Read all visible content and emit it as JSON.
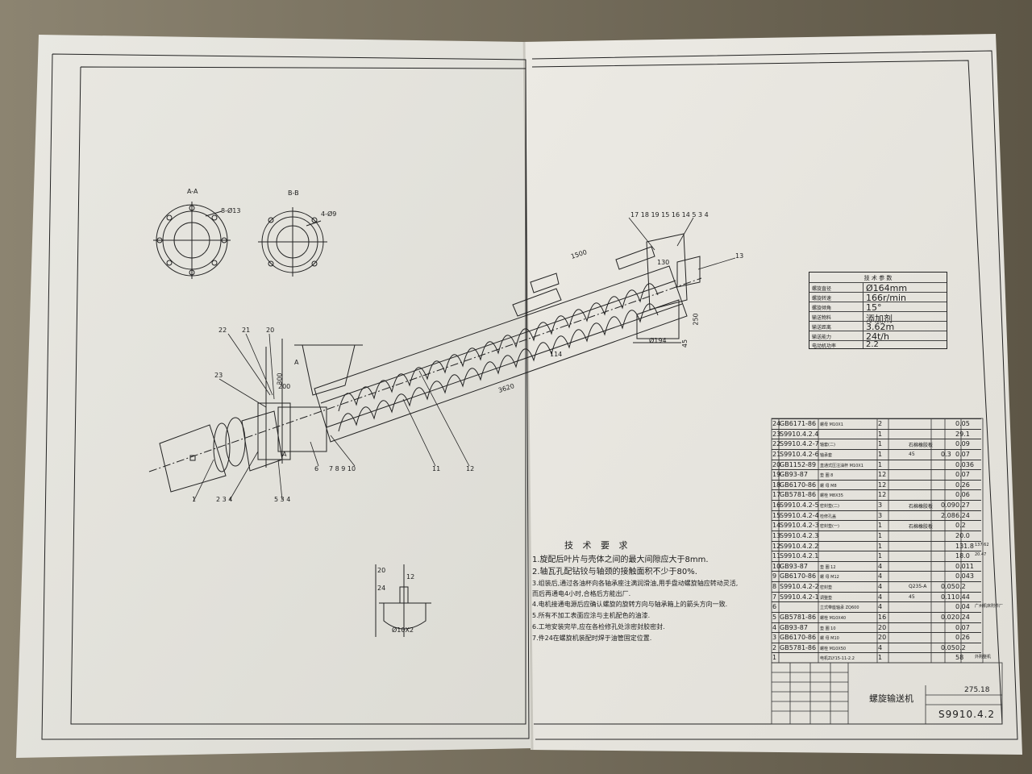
{
  "drawing": {
    "section_aa": "A-A",
    "section_bb": "B-B",
    "hole_label_a": "8-Ø13",
    "hole_label_b": "4-Ø9",
    "callouts_top": "17 18 19    15 16    14 5 3 4",
    "callout_13": "13",
    "callouts_left": [
      "22",
      "21",
      "20",
      "23"
    ],
    "callouts_bottom": [
      "1",
      "2  3  4",
      "5  3  4",
      "6",
      "7  8  9  10",
      "11",
      "12"
    ],
    "dims": {
      "d1500": "1500",
      "d130": "130",
      "d250": "250",
      "d194": "Ø194",
      "d45": "45",
      "d114": "114",
      "d3620": "3620",
      "d300": "300",
      "d200": "200"
    },
    "detail_labels": [
      "20",
      "12",
      "24",
      "Ø10X2"
    ],
    "section_marks": [
      "A",
      "A"
    ]
  },
  "tech_params": {
    "title": "技 术 参 数",
    "rows": [
      {
        "k": "螺旋直径",
        "v": "Ø164mm"
      },
      {
        "k": "螺旋转速",
        "v": "166r/min"
      },
      {
        "k": "螺旋倾角",
        "v": "15°"
      },
      {
        "k": "输送物料",
        "v": "添加剂"
      },
      {
        "k": "输送距离",
        "v": "3.62m"
      },
      {
        "k": "输送能力",
        "v": "24t/h"
      },
      {
        "k": "电动机功率",
        "v": "2.2"
      }
    ]
  },
  "tech_requirements": {
    "title": "技 术 要 求",
    "items": [
      "1.旋配后叶片与壳体之间的最大间隙应大于8mm.",
      "2.轴瓦孔配钻铰与轴颈的接触面积不少于80%.",
      "3.组装后,通过各油杯向各轴承座注满润滑油,用手盘动螺旋轴应转动灵活,",
      "   而后再通电4小时,合格后方能出厂.",
      "4.电机接通电源后应确认螺旋的旋转方向与轴承箱上的箭头方向一致.",
      "5.所有不加工表面应涂与主机配色的油漆.",
      "6.工地安装完毕,应在各检修孔处涂密封胶密封.",
      "7.件24在螺旋机装配时焊于油管固定位置."
    ]
  },
  "bom": [
    {
      "no": "24",
      "code": "GB6171-86",
      "name": "螺母 M10X1",
      "qty": "2",
      "mat": "",
      "unit": "",
      "total": "0.05",
      "note": ""
    },
    {
      "no": "23",
      "code": "S9910.4.2.4",
      "name": "",
      "qty": "1",
      "mat": "",
      "unit": "",
      "total": "29.1",
      "note": ""
    },
    {
      "no": "22",
      "code": "S9910.4.2-7",
      "name": "轴套(二)",
      "qty": "1",
      "mat": "石棉橡胶板",
      "unit": "",
      "total": "0.09",
      "note": ""
    },
    {
      "no": "21",
      "code": "S9910.4.2-6",
      "name": "轴承套",
      "qty": "1",
      "mat": "45",
      "unit": "0.3",
      "total": "0.07",
      "note": ""
    },
    {
      "no": "20",
      "code": "GB1152-89",
      "name": "直通式压注油杯 M10X1",
      "qty": "1",
      "mat": "",
      "unit": "",
      "total": "0.036",
      "note": ""
    },
    {
      "no": "19",
      "code": "GB93-87",
      "name": "垫 圈 8",
      "qty": "12",
      "mat": "",
      "unit": "",
      "total": "0.07",
      "note": ""
    },
    {
      "no": "18",
      "code": "GB6170-86",
      "name": "螺 母 M8",
      "qty": "12",
      "mat": "",
      "unit": "",
      "total": "0.26",
      "note": ""
    },
    {
      "no": "17",
      "code": "GB5781-86",
      "name": "螺栓 M8X35",
      "qty": "12",
      "mat": "",
      "unit": "",
      "total": "0.06",
      "note": ""
    },
    {
      "no": "16",
      "code": "S9910.4.2-5",
      "name": "密封垫(二)",
      "qty": "3",
      "mat": "石棉橡胶板",
      "unit": "0.09",
      "total": "0.27",
      "note": ""
    },
    {
      "no": "15",
      "code": "S9910.4.2-4",
      "name": "检修孔盖",
      "qty": "3",
      "mat": "",
      "unit": "2.08",
      "total": "6.24",
      "note": ""
    },
    {
      "no": "14",
      "code": "S9910.4.2-3",
      "name": "密封垫(一)",
      "qty": "1",
      "mat": "石棉橡胶板",
      "unit": "",
      "total": "0.2",
      "note": ""
    },
    {
      "no": "13",
      "code": "S9910.4.2.3",
      "name": "",
      "qty": "1",
      "mat": "",
      "unit": "",
      "total": "20.0",
      "note": ""
    },
    {
      "no": "12",
      "code": "S9910.4.2.2",
      "name": "",
      "qty": "1",
      "mat": "",
      "unit": "",
      "total": "131.8",
      "note": "137.62"
    },
    {
      "no": "11",
      "code": "S9910.4.2.1",
      "name": "",
      "qty": "1",
      "mat": "",
      "unit": "",
      "total": "18.0",
      "note": "20.47"
    },
    {
      "no": "10",
      "code": "GB93-87",
      "name": "垫 圈 12",
      "qty": "4",
      "mat": "",
      "unit": "",
      "total": "0.011",
      "note": ""
    },
    {
      "no": "9",
      "code": "GB6170-86",
      "name": "螺 母 M12",
      "qty": "4",
      "mat": "",
      "unit": "",
      "total": "0.043",
      "note": ""
    },
    {
      "no": "8",
      "code": "S9910.4.2-2",
      "name": "密封垫",
      "qty": "4",
      "mat": "Q235-A",
      "unit": "0.05",
      "total": "0.2",
      "note": ""
    },
    {
      "no": "7",
      "code": "S9910.4.2-1",
      "name": "调整垫",
      "qty": "4",
      "mat": "45",
      "unit": "0.11",
      "total": "0.44",
      "note": ""
    },
    {
      "no": "6",
      "code": "",
      "name": "立式带座轴承 ZQ600",
      "qty": "4",
      "mat": "",
      "unit": "",
      "total": "0.04",
      "note": "广州机床附件厂"
    },
    {
      "no": "5",
      "code": "GB5781-86",
      "name": "螺栓 M10X40",
      "qty": "16",
      "mat": "",
      "unit": "0.02",
      "total": "0.24",
      "note": ""
    },
    {
      "no": "4",
      "code": "GB93-87",
      "name": "垫 圈 10",
      "qty": "20",
      "mat": "",
      "unit": "",
      "total": "0.07",
      "note": ""
    },
    {
      "no": "3",
      "code": "GB6170-86",
      "name": "螺 母 M10",
      "qty": "20",
      "mat": "",
      "unit": "",
      "total": "0.26",
      "note": ""
    },
    {
      "no": "2",
      "code": "GB5781-86",
      "name": "螺栓 M10X50",
      "qty": "4",
      "mat": "",
      "unit": "0.05",
      "total": "0.2",
      "note": ""
    },
    {
      "no": "1",
      "code": "",
      "name": "电机ZLY15-11-2.2",
      "qty": "1",
      "mat": "",
      "unit": "",
      "total": "58",
      "note": "外购整机"
    }
  ],
  "title_block": {
    "machine_name": "螺旋输送机",
    "drawing_no": "S9910.4.2",
    "weight": "275.18"
  },
  "colors": {
    "paper": "#ecebe6",
    "paper_right": "#e7e6e0",
    "line": "#1c1c1c",
    "background": "#4a4538"
  }
}
